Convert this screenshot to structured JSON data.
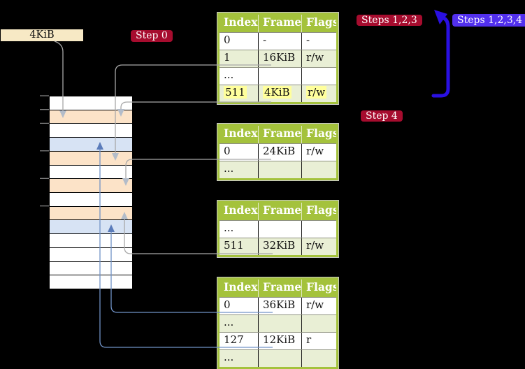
{
  "memory_label": {
    "text": "4KiB"
  },
  "badges": {
    "step0": {
      "text": "Step 0"
    },
    "steps123": {
      "text": "Steps 1,2,3"
    },
    "steps1234": {
      "text": "Steps 1,2,3,4"
    },
    "step4": {
      "text": "Step 4"
    }
  },
  "page_tables": [
    {
      "headers": [
        "Index",
        "Frame",
        "Flags"
      ],
      "rows": [
        [
          "0",
          "-",
          "-"
        ],
        [
          "1",
          "16KiB",
          "r/w"
        ],
        [
          "...",
          "",
          ""
        ],
        [
          "511",
          "4KiB",
          "r/w"
        ]
      ],
      "highlight_row": 3
    },
    {
      "headers": [
        "Index",
        "Frame",
        "Flags"
      ],
      "rows": [
        [
          "0",
          "24KiB",
          "r/w"
        ],
        [
          "...",
          "",
          ""
        ]
      ]
    },
    {
      "headers": [
        "Index",
        "Frame",
        "Flags"
      ],
      "rows": [
        [
          "...",
          "",
          ""
        ],
        [
          "511",
          "32KiB",
          "r/w"
        ]
      ]
    },
    {
      "headers": [
        "Index",
        "Frame",
        "Flags"
      ],
      "rows": [
        [
          "0",
          "36KiB",
          "r/w"
        ],
        [
          "...",
          "",
          ""
        ],
        [
          "127",
          "12KiB",
          "r"
        ],
        [
          "...",
          "",
          ""
        ]
      ]
    }
  ],
  "memory": {
    "rows": [
      "white",
      "orange",
      "white",
      "blue",
      "orange",
      "white",
      "orange",
      "white",
      "orange",
      "blue",
      "white",
      "white",
      "white",
      "white"
    ]
  },
  "colors": {
    "badge_red": "#a60c2e",
    "badge_blue": "#5230ee",
    "arrow_blue": "#2a10e2",
    "header_green": "#a4c23c",
    "row_alt_green": "#e9efd5",
    "row_orange": "#fce3c8",
    "row_blue": "#d7e3f4",
    "mem_label_bg": "#f7e9c5",
    "highlight_yellow": "#ffff9c",
    "connector_gray": "#a8a8a8",
    "connector_blue": "#7092c6",
    "arrowhead_gray": "#b3bcc9",
    "arrowhead_blue": "#5b7cba"
  }
}
